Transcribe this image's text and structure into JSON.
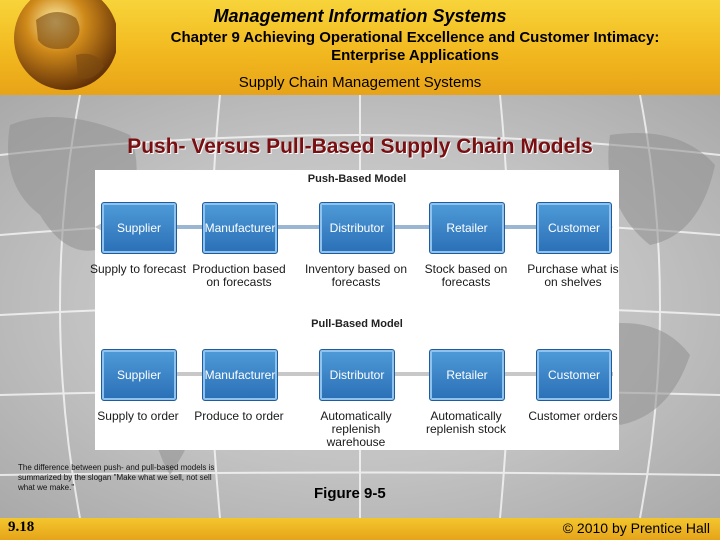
{
  "header": {
    "course": "Management Information Systems",
    "chapter": "Chapter 9 Achieving Operational Excellence and Customer Intimacy: Enterprise Applications",
    "section": "Supply Chain Management Systems"
  },
  "slide_title": "Push- Versus Pull-Based Supply Chain Models",
  "figure": {
    "push": {
      "title": "Push-Based Model",
      "stages": [
        "Supplier",
        "Manufacturer",
        "Distributor",
        "Retailer",
        "Customer"
      ],
      "captions": [
        "Supply to forecast",
        "Production based on forecasts",
        "Inventory based on forecasts",
        "Stock based on forecasts",
        "Purchase what is on shelves"
      ]
    },
    "pull": {
      "title": "Pull-Based Model",
      "stages": [
        "Supplier",
        "Manufacturer",
        "Distributor",
        "Retailer",
        "Customer"
      ],
      "captions": [
        "Supply to order",
        "Produce to order",
        "Automatically replenish warehouse",
        "Automatically replenish stock",
        "Customer orders"
      ]
    }
  },
  "note": "The difference between push- and pull-based models is summarized by the slogan \"Make what we sell, not sell what we make.\"",
  "figure_label": "Figure 9-5",
  "footer": {
    "page_number": "9.18",
    "copyright": "© 2010 by Prentice Hall"
  },
  "colors": {
    "header_gold": "#f2b91f",
    "title_maroon": "#7a0f12",
    "box_blue": "#2a6fb6"
  }
}
